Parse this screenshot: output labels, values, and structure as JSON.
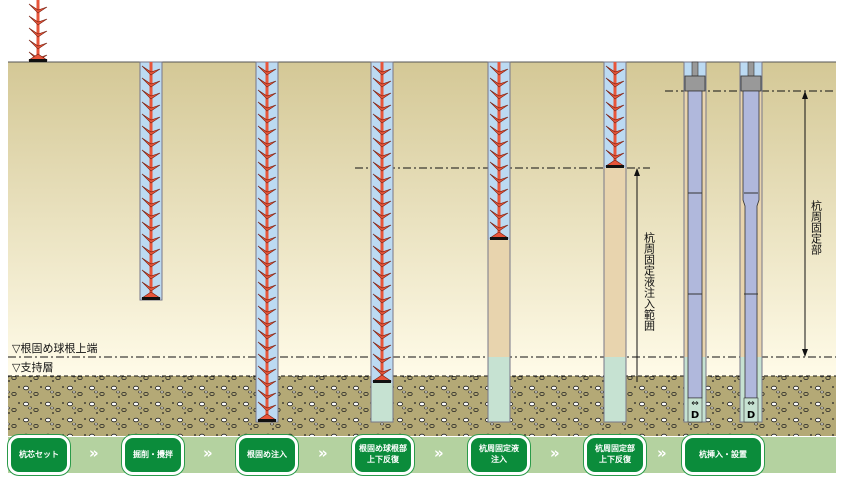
{
  "levels": {
    "bulb_top": "▽根固め球根上端",
    "bearing_layer": "▽支持層"
  },
  "dimensions": {
    "injection_range": "杭周固定液注入範囲",
    "fixed_section": "杭周固定部",
    "diameter": "D",
    "diameter_arrow": "⇔"
  },
  "steps": [
    {
      "line1": "杭芯セット",
      "line2": ""
    },
    {
      "line1": "掘削・攪拌",
      "line2": ""
    },
    {
      "line1": "根固め注入",
      "line2": ""
    },
    {
      "line1": "根固め球根部",
      "line2": "上下反復"
    },
    {
      "line1": "杭周固定液",
      "line2": "注入"
    },
    {
      "line1": "杭周固定部",
      "line2": "上下反復"
    },
    {
      "line1": "杭挿入・設置",
      "line2": ""
    }
  ],
  "step_separator": "»",
  "colors": {
    "ground_top": "#d4c896",
    "ground_bottom": "#fffbe8",
    "gravel": "#b4a976",
    "step_green": "#0b8c3b",
    "band_green": "#b4d2a0",
    "auger_red": "#e8553a",
    "bore_blue": "#bcdaf2",
    "cement_tan": "#e8d4ae",
    "bulb_green": "#c6e2d2",
    "pile_blue": "#b0b8dc"
  }
}
